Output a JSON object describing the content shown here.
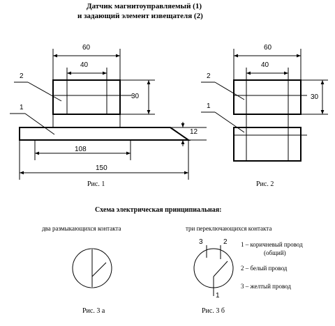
{
  "title": {
    "line1": "Датчик магнитоуправляемый (1)",
    "line2": "и задающий элемент извещателя (2)"
  },
  "fig1": {
    "caption": "Рис. 1",
    "dims": {
      "d60": "60",
      "d40": "40",
      "d30": "30",
      "d12": "12",
      "d108": "108",
      "d150": "150"
    },
    "leaders": {
      "l2": "2",
      "l1": "1"
    }
  },
  "fig2": {
    "caption": "Рис. 2",
    "dims": {
      "d60": "60",
      "d40": "40",
      "d30": "30"
    },
    "leaders": {
      "l2": "2",
      "l1": "1"
    }
  },
  "schematic": {
    "heading": "Схема электрическая принципиальная:",
    "left_label": "два размыкающихся контакта",
    "right_label": "три переключающихся контакта",
    "fig3a_caption": "Рис. 3 а",
    "fig3b_caption": "Рис. 3 б",
    "pins": {
      "p3": "3",
      "p2": "2",
      "p1": "1"
    },
    "legend": {
      "item1": "1 – коричневый провод",
      "item1b": "(общий)",
      "item2": "2 – белый провод",
      "item3": "3 – желтый провод"
    }
  }
}
